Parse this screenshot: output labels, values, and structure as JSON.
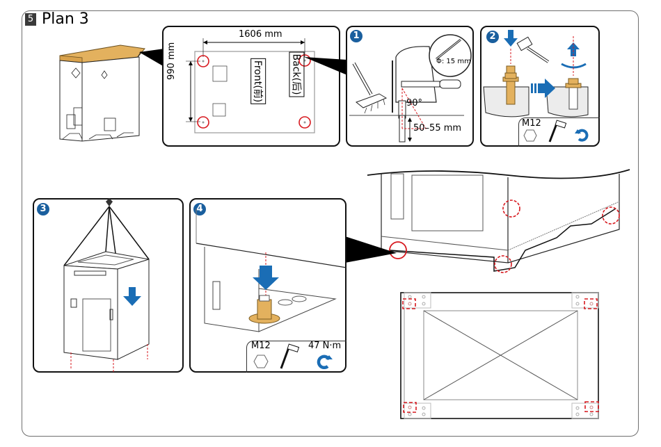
{
  "header": {
    "step_number": "5",
    "title": "Plan 3"
  },
  "colors": {
    "accent_blue": "#1a6db5",
    "badge_blue": "#1a5f9e",
    "highlight_red": "#d7191f",
    "pallet_lid": "#e3b15e"
  },
  "panels": {
    "hole_layout": {
      "width_dimension": "1606 mm",
      "depth_dimension": "990 mm",
      "front_label": "Front(前)",
      "back_label": "Back(后)"
    },
    "step1": {
      "badge": "1",
      "drill_bit_diameter": "Φ: 15 mm",
      "angle": "90°",
      "hole_depth": "50–55 mm"
    },
    "step2": {
      "badge": "2",
      "bolt_size": "M12"
    },
    "step3": {
      "badge": "3"
    },
    "step4": {
      "badge": "4",
      "bolt_size": "M12",
      "torque": "47 N·m"
    }
  },
  "icons": [
    "hexagon-nut-icon",
    "socket-wrench-icon",
    "rotate-counterclockwise-icon",
    "rotate-clockwise-icon",
    "hammer-icon",
    "arrow-down-icon",
    "arrow-right-icon",
    "arrow-up-icon"
  ]
}
